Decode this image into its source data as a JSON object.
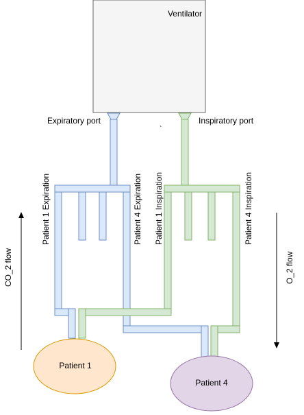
{
  "ventilator": {
    "label": "Ventilator"
  },
  "ports": {
    "expiratory": "Expiratory port",
    "inspiratory": "Inspiratory port",
    "stray_mark": "`"
  },
  "tubes": {
    "p1_expiration": "Patient 1 Expiration",
    "p4_expiration": "Patient 4 Expiration",
    "p1_inspiration": "Patient 1 Inspiration",
    "p4_inspiration": "Patient 4 Inspiration"
  },
  "flows": {
    "co2": "CO_2 flow",
    "o2": "O_2 flow"
  },
  "patients": {
    "p1": "Patient 1",
    "p4": "Patient 4"
  },
  "colors": {
    "expiratory_fill": "#dae8fc",
    "expiratory_stroke": "#6c8ebf",
    "inspiratory_fill": "#d5e8d4",
    "inspiratory_stroke": "#82b366",
    "ventilator_fill": "#f5f5f5",
    "ventilator_stroke": "#666666",
    "patient1_fill": "#ffe6cc",
    "patient1_stroke": "#d79b00",
    "patient4_fill": "#e1d5e7",
    "patient4_stroke": "#9673a6"
  }
}
